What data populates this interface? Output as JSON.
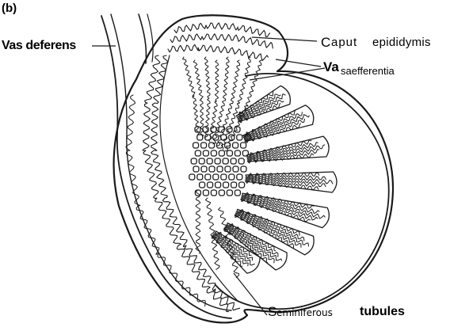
{
  "panel": {
    "tag": "(b)"
  },
  "labels": {
    "vas_deferens": "Vas deferens",
    "caput_initial": "C",
    "caput_rest": "aput",
    "caput_word2": "epididymis",
    "vasa_big": "Va",
    "vasa_small": "saefferentia",
    "semi_initial": "S",
    "semi_rest": "eminiferous",
    "tubules": "tubules"
  },
  "colors": {
    "ink": "#1a1a1a",
    "paper": "#ffffff"
  }
}
